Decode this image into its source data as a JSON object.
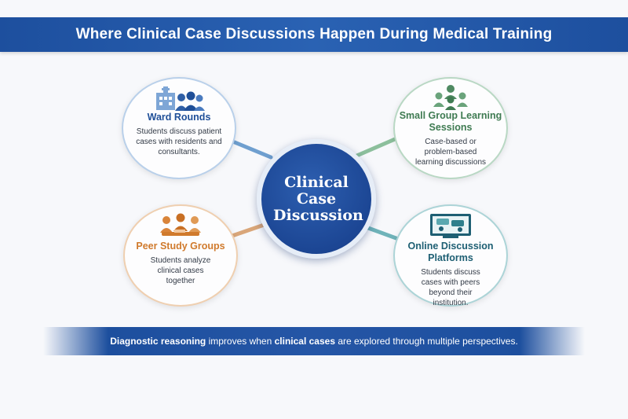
{
  "title": "Where Clinical Case Discussions Happen During Medical Training",
  "center": {
    "line1": "Clinical",
    "line2": "Case",
    "line3": "Discussion"
  },
  "nodes": {
    "ward": {
      "title": "Ward Rounds",
      "desc": "Students discuss patient cases with residents and consultants.",
      "icon": "hospital-team-icon"
    },
    "small": {
      "title": "Small Group Learning Sessions",
      "desc": "Case-based or problem-based learning discussions",
      "icon": "group-meeting-icon"
    },
    "peer": {
      "title": "Peer Study Groups",
      "desc": "Students analyze clinical cases together",
      "icon": "study-group-icon"
    },
    "online": {
      "title": "Online Discussion Platforms",
      "desc": "Students discuss cases with peers beyond their institution.",
      "icon": "online-chat-icon"
    }
  },
  "footer": {
    "part1": "Diagnostic reasoning",
    "part2": " improves when ",
    "part3": "clinical cases",
    "part4": " are explored through multiple perspectives."
  },
  "colors": {
    "primary": "#1d4f9e",
    "ward": "#1f4f98",
    "small": "#3f7b52",
    "peer": "#d07a2c",
    "online": "#1e5f73"
  }
}
